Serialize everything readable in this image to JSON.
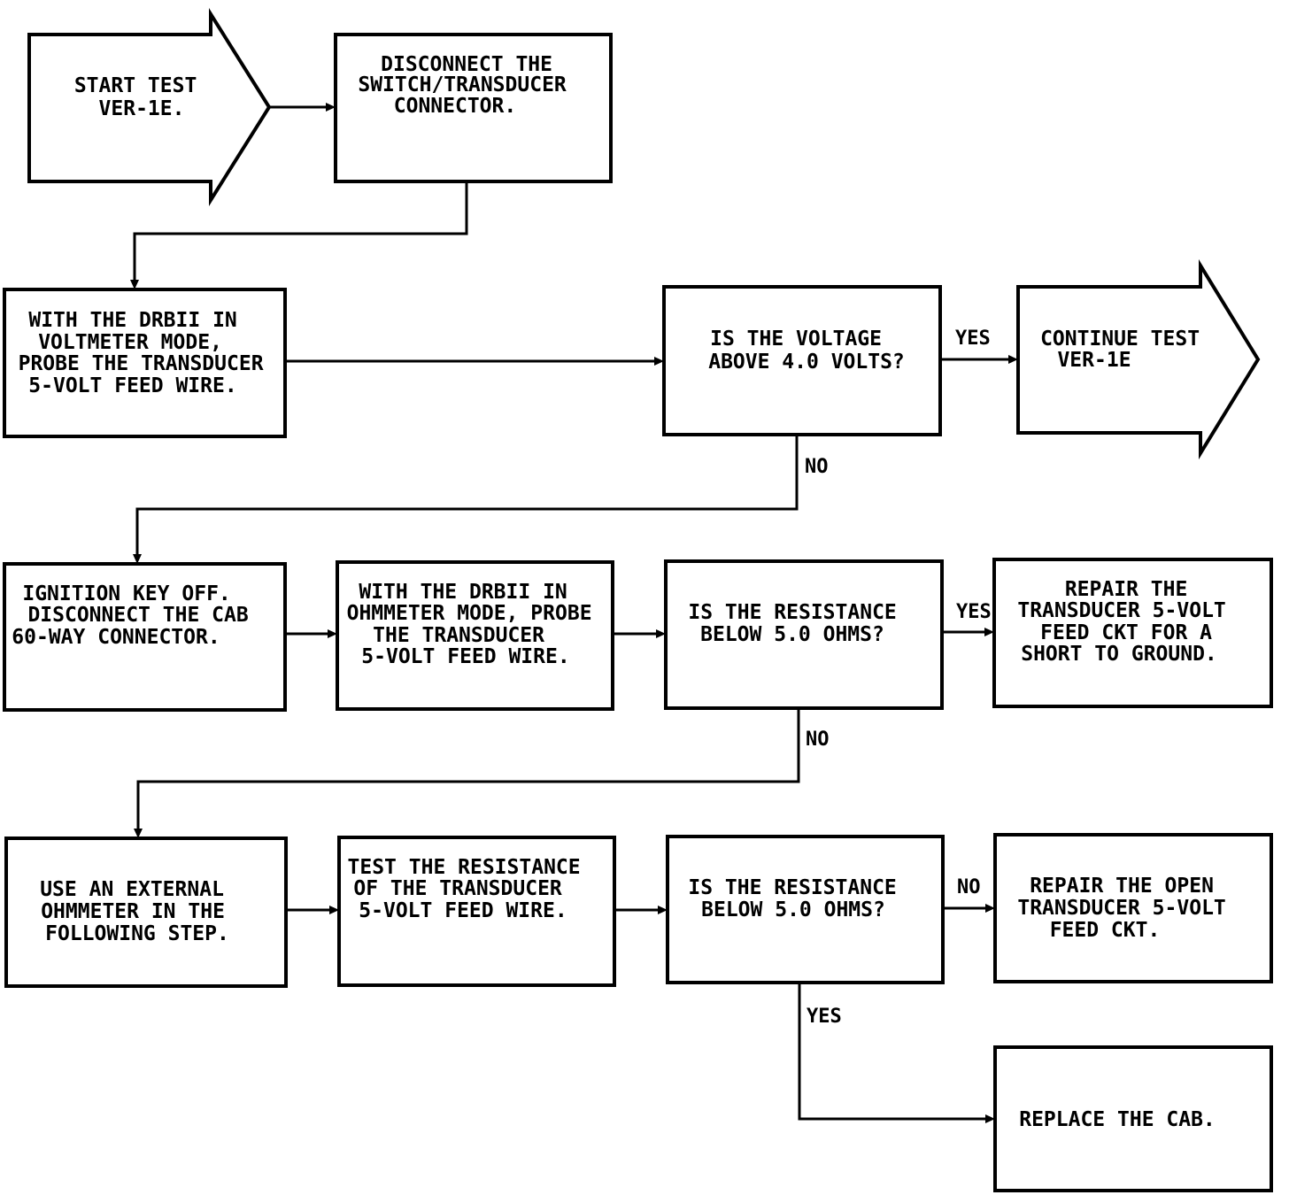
{
  "nodes": {
    "start": {
      "lines": [
        "START TEST",
        "VER-1E."
      ]
    },
    "disconnect": {
      "lines": [
        "DISCONNECT THE",
        "SWITCH/TRANSDUCER",
        "CONNECTOR."
      ]
    },
    "probe_voltmeter": {
      "lines": [
        "WITH THE DRBII IN",
        "VOLTMETER MODE,",
        "PROBE THE TRANSDUCER",
        "5-VOLT FEED WIRE."
      ]
    },
    "voltage_question": {
      "lines": [
        "IS THE VOLTAGE",
        "ABOVE 4.0 VOLTS?"
      ]
    },
    "continue": {
      "lines": [
        "CONTINUE TEST",
        "VER-1E"
      ]
    },
    "ignition_off": {
      "lines": [
        "IGNITION KEY OFF.",
        "DISCONNECT THE CAB",
        "60-WAY CONNECTOR."
      ]
    },
    "probe_ohmmeter": {
      "lines": [
        "WITH THE DRBII IN",
        "OHMMETER MODE, PROBE",
        "THE TRANSDUCER",
        "5-VOLT FEED WIRE."
      ]
    },
    "resistance_question_1": {
      "lines": [
        "IS THE RESISTANCE",
        "BELOW 5.0 OHMS?"
      ]
    },
    "repair_short": {
      "lines": [
        "REPAIR THE",
        "TRANSDUCER 5-VOLT",
        "FEED CKT FOR A",
        "SHORT TO GROUND."
      ]
    },
    "external_ohmmeter": {
      "lines": [
        "USE AN EXTERNAL",
        "OHMMETER IN THE",
        "FOLLOWING STEP."
      ]
    },
    "test_resistance": {
      "lines": [
        "TEST THE RESISTANCE",
        "OF THE TRANSDUCER",
        "5-VOLT FEED WIRE."
      ]
    },
    "resistance_question_2": {
      "lines": [
        "IS THE RESISTANCE",
        "BELOW 5.0 OHMS?"
      ]
    },
    "repair_open": {
      "lines": [
        "REPAIR THE OPEN",
        "TRANSDUCER 5-VOLT",
        "FEED CKT."
      ]
    },
    "replace_cab": {
      "lines": [
        "REPLACE THE CAB."
      ]
    }
  },
  "edge_labels": {
    "voltage_yes": "YES",
    "voltage_no": "NO",
    "resistance1_yes": "YES",
    "resistance1_no": "NO",
    "resistance2_no": "NO",
    "resistance2_yes": "YES"
  }
}
